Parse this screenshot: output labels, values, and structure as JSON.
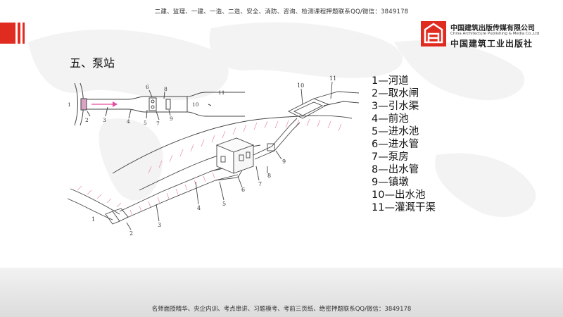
{
  "header": {
    "banner": "二建、监理、一建、一造、二造、安全、消防、咨询、检测课程押题联系QQ/微信：3849178"
  },
  "logo": {
    "name_cn": "中国建筑出版传媒有限公司",
    "name_en": "China Architecture Publishing & Media Co.,Ltd",
    "name_cn_stylized": "中国建筑工业出版社"
  },
  "section": {
    "title": "五、泵站"
  },
  "diagram": {
    "plan_labels": [
      "1",
      "2",
      "3",
      "4",
      "5",
      "6",
      "7",
      "8",
      "9",
      "10",
      "11"
    ],
    "perspective_labels": [
      "1",
      "2",
      "3",
      "4",
      "5",
      "6",
      "7",
      "8",
      "9",
      "10",
      "11"
    ]
  },
  "legend": {
    "items": [
      "1—河道",
      "2—取水闸",
      "3—引水渠",
      "4—前池",
      "5—进水池",
      "6—进水管",
      "7—泵房",
      "8—出水管",
      "9—镇墩",
      "10—出水池",
      "11—灌溉干渠"
    ]
  },
  "footer": {
    "banner": "名师面授精华、央企内训、考点串讲、习题模考、考前三页纸、绝密押题联系QQ/微信：3849178"
  },
  "colors": {
    "accent": "#e02b20",
    "arrow": "#e64aa3",
    "hatch": "#e88aa6"
  }
}
